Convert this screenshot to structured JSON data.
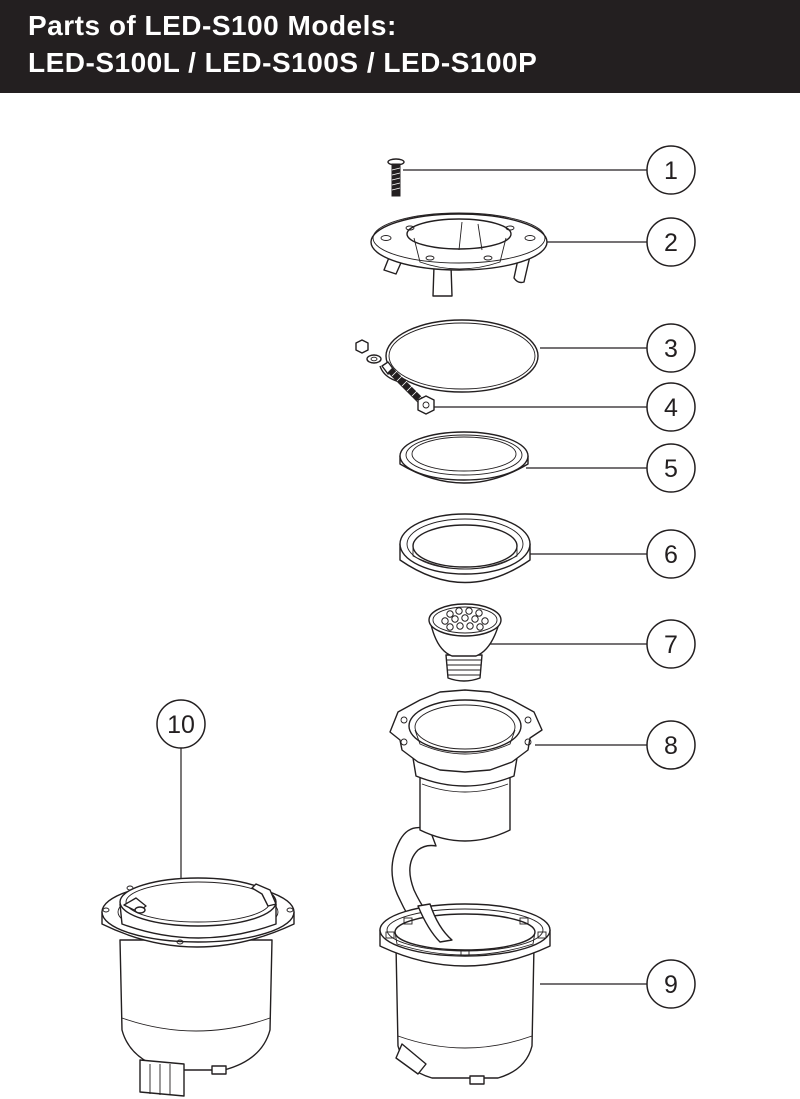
{
  "header": {
    "title_line_1": "Parts of LED-S100 Models:",
    "title_line_2": "LED-S100L / LED-S100S / LED-S100P",
    "background_color": "#231f20",
    "text_color": "#ffffff"
  },
  "callouts": [
    {
      "id": "1",
      "label": "1"
    },
    {
      "id": "2",
      "label": "2"
    },
    {
      "id": "3",
      "label": "3"
    },
    {
      "id": "4",
      "label": "4"
    },
    {
      "id": "5",
      "label": "5"
    },
    {
      "id": "6",
      "label": "6"
    },
    {
      "id": "7",
      "label": "7"
    },
    {
      "id": "8",
      "label": "8"
    },
    {
      "id": "9",
      "label": "9"
    },
    {
      "id": "10",
      "label": "10"
    }
  ]
}
